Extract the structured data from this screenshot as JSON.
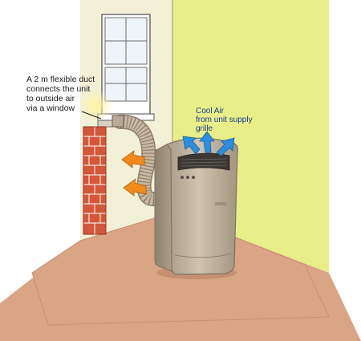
{
  "annotations": {
    "duct_label": {
      "lines": [
        "A 2 m flexible duct",
        "connects the unit",
        "to outside air",
        "via a window"
      ]
    },
    "cool_air_label": {
      "lines": [
        "Cool Air",
        "from unit supply",
        "grille"
      ]
    }
  },
  "colors": {
    "wall_right": "#e9ef88",
    "wall_left": "#f3f0d8",
    "floor": "#d9a584",
    "brick": "#d4573a",
    "unit_body": "#b9ab97",
    "cool_air_arrow": "#2a8fe0",
    "hot_air_arrow": "#f08a1c",
    "duct": "#c9b9a2"
  },
  "icons": [
    "window-icon",
    "brick-wall-icon",
    "duct-icon",
    "portable-ac-unit-icon",
    "cool-air-arrow-icon",
    "hot-air-arrow-icon",
    "light-glow-icon",
    "pointer-line-icon"
  ]
}
